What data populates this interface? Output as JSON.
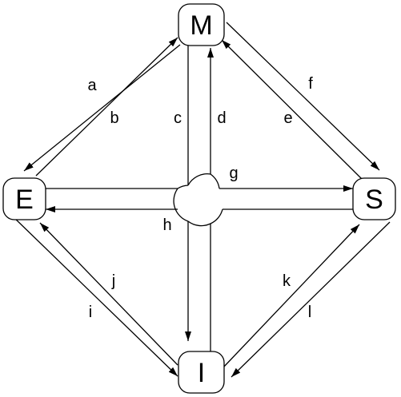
{
  "nodes": {
    "M": "M",
    "E": "E",
    "S": "S",
    "I": "I"
  },
  "edges": [
    {
      "label": "a",
      "from": "E",
      "to": "M"
    },
    {
      "label": "b",
      "from": "M",
      "to": "E"
    },
    {
      "label": "c",
      "from": "M",
      "to": "I"
    },
    {
      "label": "d",
      "from": "I",
      "to": "M"
    },
    {
      "label": "e",
      "from": "S",
      "to": "M"
    },
    {
      "label": "f",
      "from": "M",
      "to": "S"
    },
    {
      "label": "g",
      "from": "E",
      "to": "S"
    },
    {
      "label": "h",
      "from": "S",
      "to": "E"
    },
    {
      "label": "i",
      "from": "E",
      "to": "I"
    },
    {
      "label": "j",
      "from": "I",
      "to": "E"
    },
    {
      "label": "k",
      "from": "I",
      "to": "S"
    },
    {
      "label": "l",
      "from": "S",
      "to": "I"
    }
  ],
  "colors": {
    "stroke": "#000000",
    "background": "#ffffff"
  }
}
